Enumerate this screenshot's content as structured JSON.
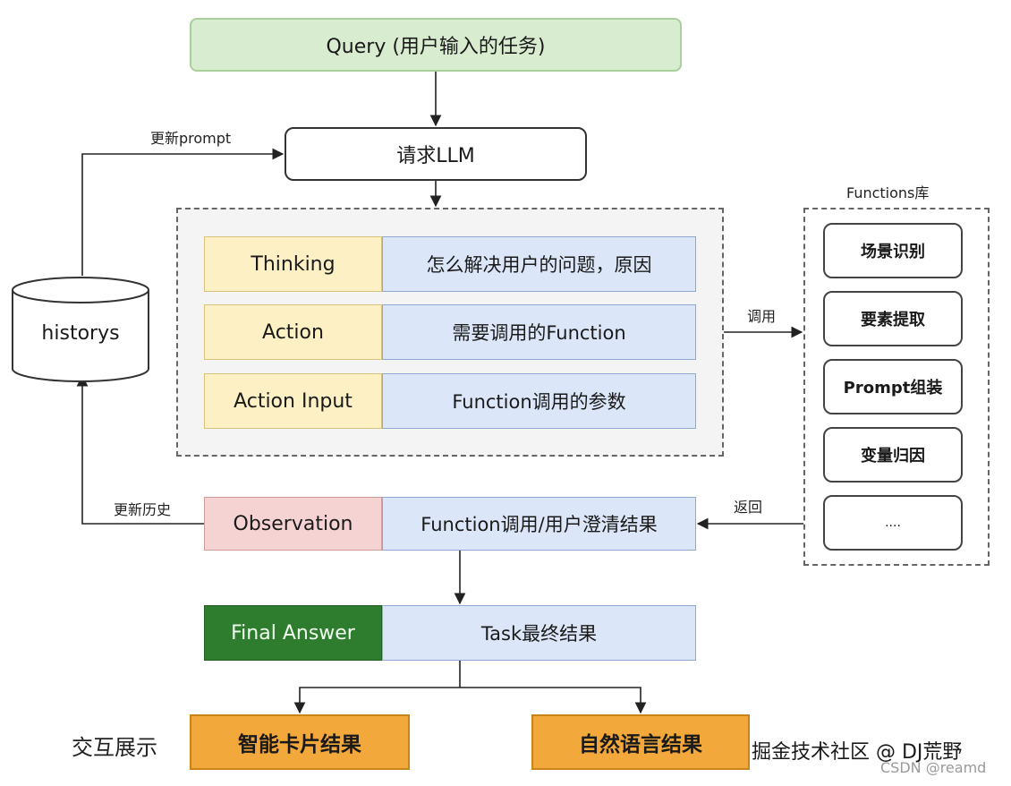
{
  "query": "Query (用户输入的任务)",
  "llm": "请求LLM",
  "update_prompt_label": "更新prompt",
  "historys": "historys",
  "update_history_label": "更新历史",
  "rows": [
    {
      "key": "Thinking",
      "value": "怎么解决用户的问题，原因"
    },
    {
      "key": "Action",
      "value": "需要调用的Function"
    },
    {
      "key": "Action Input",
      "value": "Function调用的参数"
    }
  ],
  "observation": {
    "key": "Observation",
    "value": "Function调用/用户澄清结果"
  },
  "final_answer": {
    "key": "Final Answer",
    "value": "Task最终结果"
  },
  "invoke_label": "调用",
  "return_label": "返回",
  "functions": {
    "title": "Functions库",
    "items": [
      "场景识别",
      "要素提取",
      "Prompt组装",
      "变量归因",
      "...."
    ]
  },
  "display": {
    "label": "交互展示",
    "smart_card": "智能卡片结果",
    "natural_language": "自然语言结果"
  },
  "watermarks": [
    "掘金技术社区 @ DJ荒野",
    "CSDN @reamd"
  ],
  "colors": {
    "query_bg": "#d8ecd0",
    "key_yellow": "#fdf0c5",
    "value_blue": "#dbe7f8",
    "observation_red": "#f6d3d3",
    "final_green": "#2e7d2e",
    "result_orange": "#f2a83a"
  }
}
